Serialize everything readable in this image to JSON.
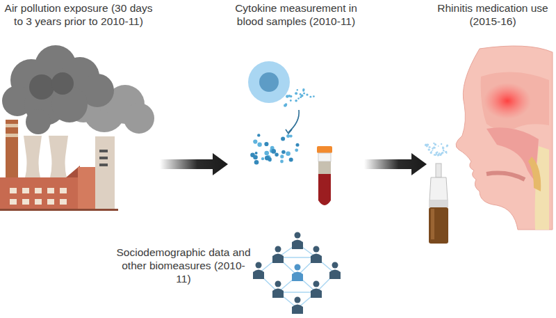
{
  "diagram": {
    "nodes": [
      {
        "text": [
          "Air pollution exposure (30 days to 3 years prior to 2010-11)"
        ]
      },
      {
        "text": [
          "Cytokine measurement in blood samples (2010-11)"
        ]
      },
      {
        "text": [
          "Rhinitis medication use (2015-16)"
        ]
      },
      {
        "text": [
          "Sociodemographic data and other biomeasures (2010-11)"
        ]
      }
    ],
    "edges": [
      {
        "from": 0,
        "to": 1,
        "arrow": "to"
      },
      {
        "from": 1,
        "to": 2,
        "arrow": "to"
      }
    ]
  }
}
